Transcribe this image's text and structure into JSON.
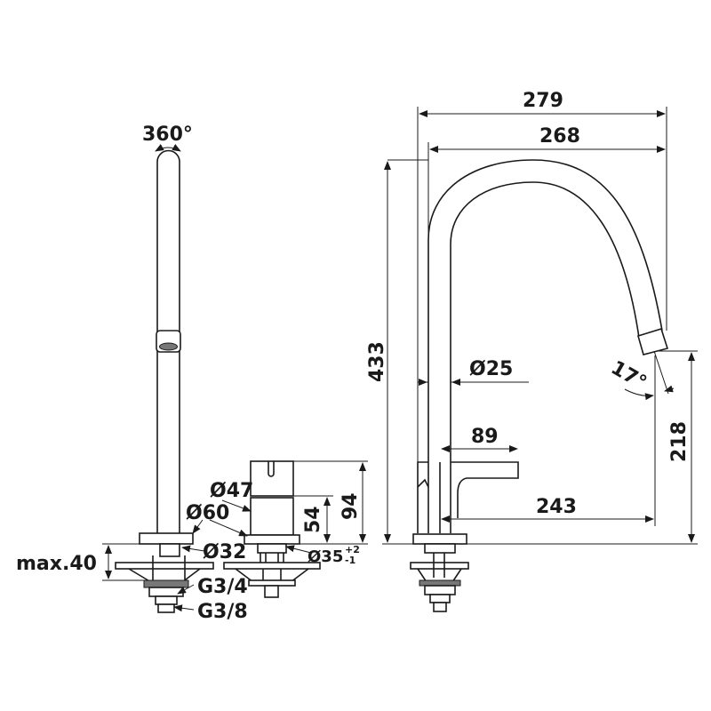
{
  "title": "Faucet dimension drawing",
  "labels": {
    "rotation": "360°",
    "max_depth": "max.40",
    "d47": "Ø47",
    "d60": "Ø60",
    "d32": "Ø32",
    "d35": "Ø35",
    "d35_tol_plus": "+2",
    "d35_tol_minus": "-1",
    "g34": "G3/4",
    "g38": "G3/8",
    "h54": "54",
    "h94": "94",
    "w279": "279",
    "w268": "268",
    "h433": "433",
    "d25": "Ø25",
    "l89": "89",
    "angle17": "17°",
    "l243": "243",
    "h218": "218"
  }
}
